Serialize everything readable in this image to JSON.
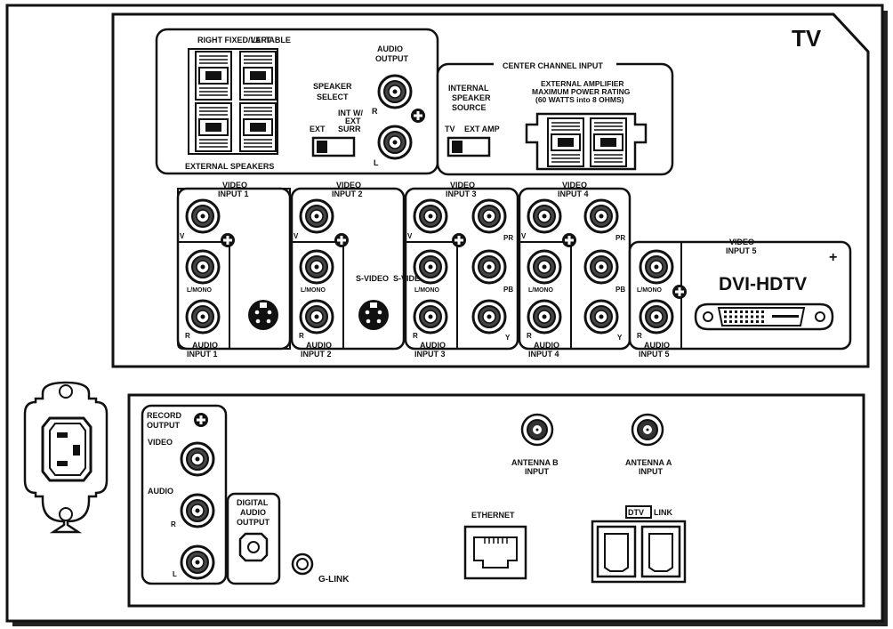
{
  "panel_title": "TV",
  "speakers": {
    "right_fixed_variable": "RIGHT FIXED/VARIABLE",
    "left": "LEFT",
    "external_speakers": "EXTERNAL SPEAKERS",
    "speaker_select": [
      "SPEAKER",
      "SELECT"
    ],
    "int_ext_surr": [
      "INT W/",
      "EXT",
      "SURR"
    ],
    "ext": "EXT",
    "audio_output": [
      "AUDIO",
      "OUTPUT"
    ],
    "r": "R",
    "l": "L"
  },
  "center_channel": {
    "title": "CENTER CHANNEL INPUT",
    "internal_speaker_source": [
      "INTERNAL",
      "SPEAKER",
      "SOURCE"
    ],
    "tv": "TV",
    "ext_amp": "EXT AMP",
    "external_amplifier": [
      "EXTERNAL  AMPLIFIER",
      "MAXIMUM POWER RATING",
      "(60 WATTS into 8 OHMS)"
    ]
  },
  "inputs": {
    "video_input_1": [
      "VIDEO",
      "INPUT 1"
    ],
    "video_input_2": [
      "VIDEO",
      "INPUT 2"
    ],
    "video_input_3": [
      "VIDEO",
      "INPUT 3"
    ],
    "video_input_4": [
      "VIDEO",
      "INPUT 4"
    ],
    "video_input_5": [
      "VIDEO",
      "INPUT 5"
    ],
    "audio_input_1": [
      "AUDIO",
      "INPUT 1"
    ],
    "audio_input_2": [
      "AUDIO",
      "INPUT 2"
    ],
    "audio_input_3": [
      "AUDIO",
      "INPUT 3"
    ],
    "audio_input_4": [
      "AUDIO",
      "INPUT 4"
    ],
    "audio_input_5": [
      "AUDIO",
      "INPUT 5"
    ],
    "v": "V",
    "l_mono": "L/MONO",
    "r": "R",
    "s_video_1": "S-VIDEO",
    "s_video_2": "S-VIDEO",
    "pr": "PR",
    "pb": "PB",
    "y": "Y",
    "dvi_hdtv": "DVI-HDTV"
  },
  "bottom": {
    "record_output": [
      "RECORD",
      "OUTPUT"
    ],
    "video": "VIDEO",
    "audio": "AUDIO",
    "r": "R",
    "l": "L",
    "digital_audio_output": [
      "DIGITAL",
      "AUDIO",
      "OUTPUT"
    ],
    "g_link": "G-LINK",
    "antenna_b": [
      "ANTENNA  B",
      "INPUT"
    ],
    "antenna_a": [
      "ANTENNA  A",
      "INPUT"
    ],
    "ethernet": "ETHERNET",
    "dtv": "DTV",
    "link": "LINK"
  }
}
